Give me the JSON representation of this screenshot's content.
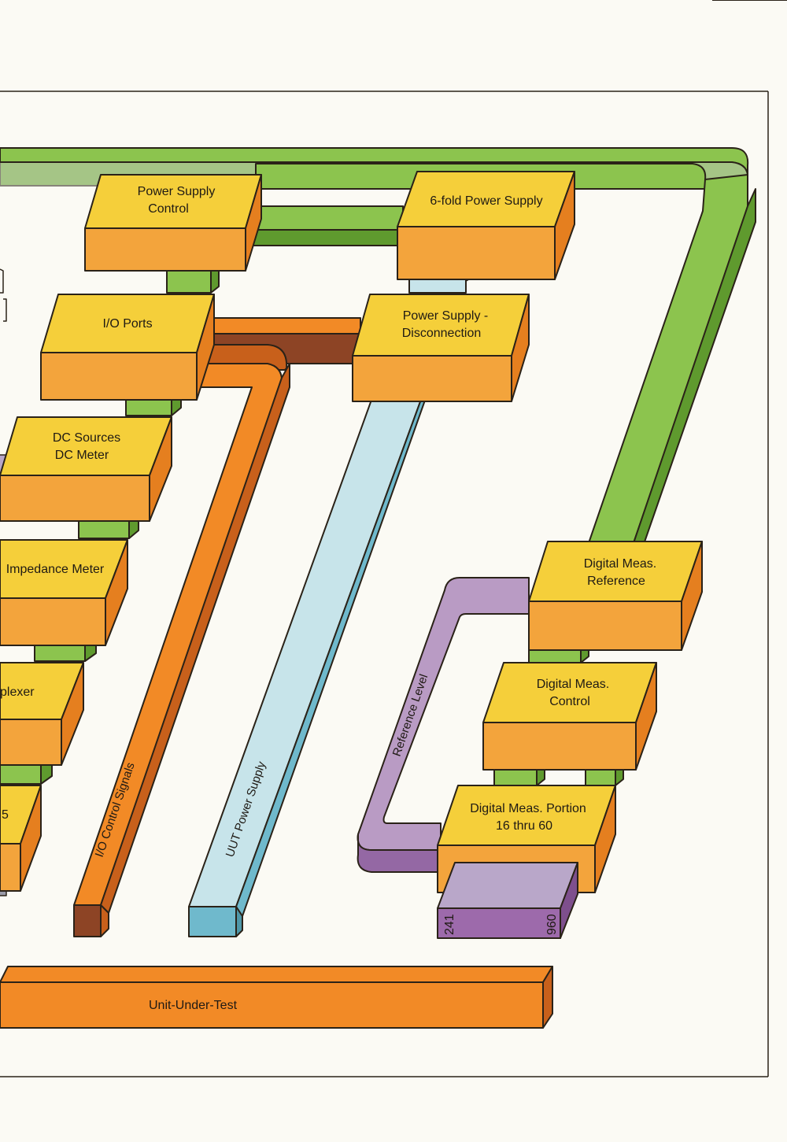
{
  "colors": {
    "page": "#fbfaf4",
    "green_top": "#8cc44e",
    "green_side": "#5f9a2e",
    "orange": "#f28a26",
    "orange_dark": "#c8601b",
    "brown": "#8d4425",
    "box_top": "#f5cf3a",
    "box_front": "#f3a43c",
    "box_side": "#e57f1f",
    "lightblue": "#c7e4ea",
    "blue_side": "#6fb9cc",
    "purple": "#b99bc4",
    "purple_side": "#9468a4",
    "violet_block": "#b9a7c9",
    "violet_front": "#9d6aab",
    "stroke": "#2a2218"
  },
  "blocks": {
    "power_supply_control": {
      "line1": "Power Supply",
      "line2": "Control"
    },
    "six_fold_power_supply": {
      "line1": "6-fold Power Supply"
    },
    "io_ports": {
      "line1": "I/O Ports"
    },
    "power_supply_disconnection": {
      "line1": "Power Supply -",
      "line2": "Disconnection"
    },
    "dc_sources_dc_meter": {
      "line1": "DC Sources",
      "line2": "DC Meter"
    },
    "impedance_meter": {
      "line1": "Impedance Meter"
    },
    "multiplexer_partial": {
      "line1": "plexer"
    },
    "partial_block_5": {
      "line1": "5"
    },
    "digital_meas_reference": {
      "line1": "Digital Meas.",
      "line2": "Reference"
    },
    "digital_meas_control": {
      "line1": "Digital Meas.",
      "line2": "Control"
    },
    "digital_meas_portion": {
      "line1": "Digital Meas. Portion",
      "line2": "16 thru 60"
    },
    "pin_block": {
      "left": "241",
      "right": "960"
    }
  },
  "buses": {
    "io_control_signals": "I/O Control Signals",
    "uut_power_supply": "UUT Power Supply",
    "reference_level": "Reference Level"
  },
  "unit_under_test": "Unit-Under-Test"
}
